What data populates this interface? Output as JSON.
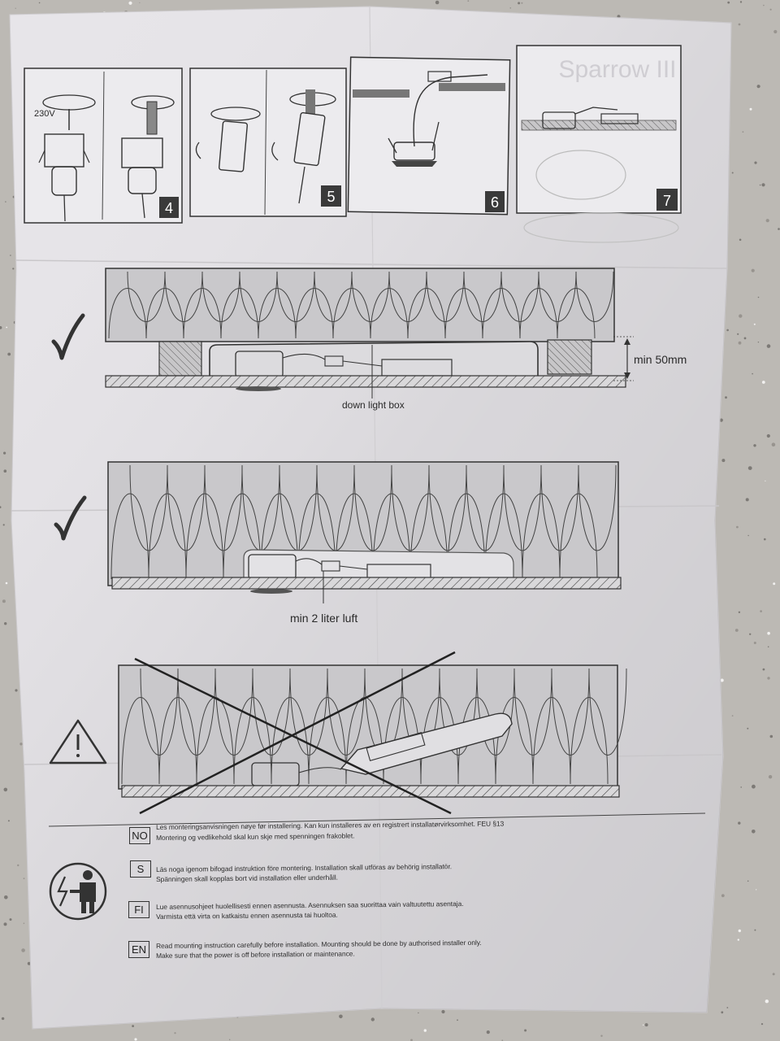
{
  "steps": [
    {
      "number": "4",
      "voltage_label": "230V"
    },
    {
      "number": "5"
    },
    {
      "number": "6"
    },
    {
      "number": "7"
    }
  ],
  "product_title_faded": "Sparrow III",
  "diagrams": {
    "ok_box": {
      "label": "down light box",
      "dimension": "min 50mm",
      "status": "check"
    },
    "ok_free": {
      "label": "min 2 liter luft",
      "status": "check"
    },
    "not_ok": {
      "status": "crossed-out"
    }
  },
  "instructions": [
    {
      "code": "NO",
      "line1": "Les monteringsanvisningen nøye før installering. Kan kun installeres av en registrert installatørvirksomhet. FEU §13",
      "line2": "Montering og vedlikehold skal kun skje med spenningen frakoblet."
    },
    {
      "code": "S",
      "line1": "Läs noga igenom bifogad instruktion före montering. Installation skall utföras av behörig installatör.",
      "line2": "Spänningen skall kopplas bort vid installation eller underhåll."
    },
    {
      "code": "FI",
      "line1": "Lue asennusohjeet huolellisesti ennen asennusta. Asennuksen saa suorittaa vain valtuutettu asentaja.",
      "line2": "Varmista että virta on katkaistu ennen asennusta tai huoltoa."
    },
    {
      "code": "EN",
      "line1": "Read mounting instruction carefully before installation. Mounting should be done by authorised installer only.",
      "line2": "Make sure that the power is off before installation or maintenance."
    }
  ],
  "icons": [
    "checkmark-icon",
    "checkmark-icon",
    "warning-triangle-icon",
    "electrician-icon"
  ],
  "colors": {
    "paper": "#e9e7ea",
    "ink": "#2a2a2a",
    "countertop": "#b9b6b1"
  }
}
